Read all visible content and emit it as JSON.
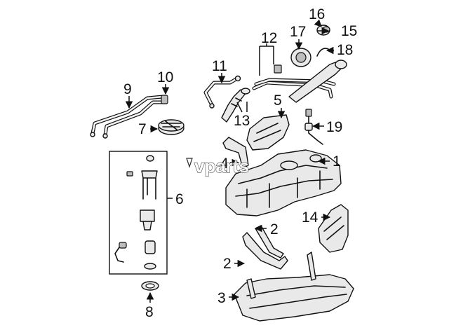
{
  "watermark": {
    "text": "vparts"
  },
  "callouts": {
    "c1": "1",
    "c2a": "2",
    "c2b": "2",
    "c3": "3",
    "c4": "4",
    "c5": "5",
    "c6": "6",
    "c7": "7",
    "c8": "8",
    "c9": "9",
    "c10": "10",
    "c11": "11",
    "c12": "12",
    "c13": "13",
    "c14": "14",
    "c15": "15",
    "c16": "16",
    "c17": "17",
    "c18": "18",
    "c19": "19"
  }
}
